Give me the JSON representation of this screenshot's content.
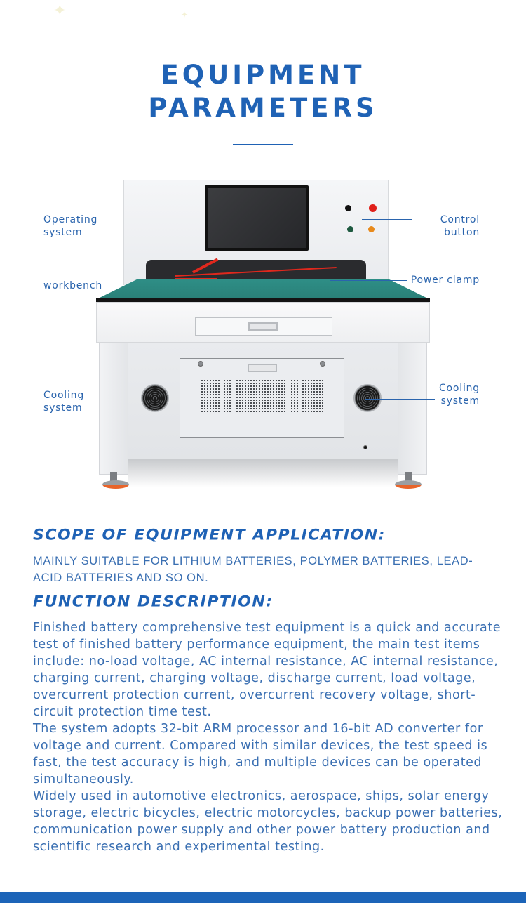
{
  "header": {
    "title_line1": "EQUIPMENT",
    "title_line2": "PARAMETERS"
  },
  "diagram": {
    "callouts": {
      "operating_system": "Operating\nsystem",
      "workbench": "workbench",
      "cooling_left": "Cooling\nsystem",
      "control_button": "Control\nbutton",
      "power_clamp": "Power clamp",
      "cooling_right": "Cooling\nsystem"
    }
  },
  "scope": {
    "heading": "SCOPE OF EQUIPMENT APPLICATION:",
    "text": "MAINLY SUITABLE FOR LITHIUM BATTERIES, POLYMER BATTERIES, LEAD-ACID BATTERIES AND SO ON."
  },
  "function": {
    "heading": "FUNCTION DESCRIPTION:",
    "paragraphs": [
      "Finished battery comprehensive test equipment is a quick and accurate test of finished battery performance equipment, the main test items include: no-load voltage, AC internal resistance, AC internal resistance, charging current, charging voltage, discharge current, load voltage, overcurrent protection current, overcurrent recovery voltage, short-circuit protection time test.",
      "The system adopts 32-bit ARM processor and 16-bit AD converter for voltage and current. Compared with similar devices, the test speed is fast, the test accuracy is high, and multiple devices can be operated simultaneously.",
      "Widely used in automotive electronics, aerospace, ships, solar energy storage, electric bicycles, electric motorcycles, backup power batteries, communication power supply and other power battery production and scientific research and experimental testing."
    ]
  },
  "colors": {
    "accent": "#1f62b5",
    "text": "#3a6fb2",
    "footer": "#1c64b8"
  }
}
